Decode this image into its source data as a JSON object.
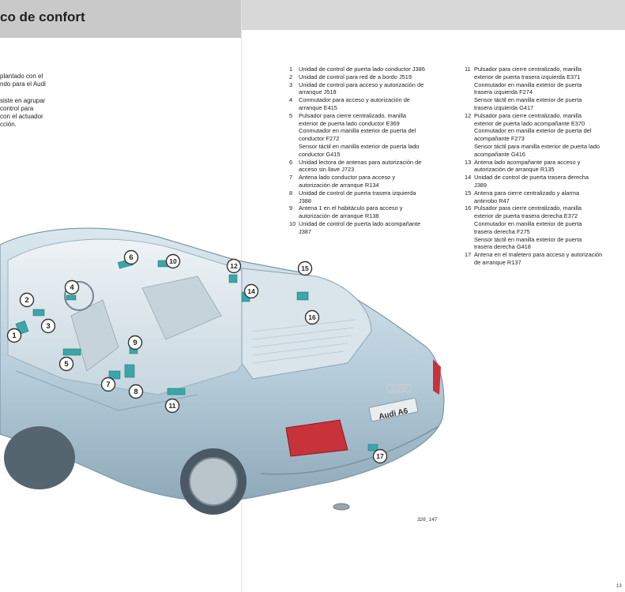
{
  "header": {
    "title": "co de confort"
  },
  "intro": {
    "paragraphs": [
      [
        "plantado con el",
        "ndo para el Audi"
      ],
      [
        "siste en agrupar",
        "control para",
        "con el actuador",
        "cción."
      ]
    ]
  },
  "legend": {
    "col1": [
      {
        "num": "1",
        "lines": [
          "Unidad de control de puerta lado conductor J386"
        ]
      },
      {
        "num": "2",
        "lines": [
          "Unidad de control para red de a bordo J519"
        ]
      },
      {
        "num": "3",
        "lines": [
          "Unidad de control para acceso y autorización de",
          "arranque J518"
        ]
      },
      {
        "num": "4",
        "lines": [
          "Conmutador para acceso y autorización de",
          "arranque E415"
        ]
      },
      {
        "num": "5",
        "lines": [
          "Pulsador para cierre centralizado, manilla",
          "exterior de puerta lado conductor E369",
          "Conmutador en manilla exterior de puerta del",
          "conductor F272",
          "Sensor táctil en manilla exterior de puerta lado",
          "conductor G415"
        ]
      },
      {
        "num": "6",
        "lines": [
          "Unidad lectora de antenas para autorización de",
          "acceso sin llave J723"
        ]
      },
      {
        "num": "7",
        "lines": [
          "Antena lado conductor para acceso y",
          "autorización de arranque R134"
        ]
      },
      {
        "num": "8",
        "lines": [
          "Unidad de control de puerta trasera izquierda",
          "J388"
        ]
      },
      {
        "num": "9",
        "lines": [
          "Antena 1 en el habitáculo para acceso y",
          "autorización de arranque R138"
        ]
      },
      {
        "num": "10",
        "lines": [
          "Unidad de control de puerta lado acompañante",
          "J387"
        ]
      }
    ],
    "col2": [
      {
        "num": "11",
        "lines": [
          "Pulsador para cierre centralizado, manilla",
          "exterior de puerta trasera izquierda E371",
          "Conmutador en manilla exterior de puerta",
          "trasera izquierda F274",
          "Sensor táctil en manilla exterior de puerta",
          "trasera izquierda G417"
        ]
      },
      {
        "num": "12",
        "lines": [
          "Pulsador para cierre centralizado, manilla",
          "exterior de puerta lado acompañante E370",
          "Conmutador en manilla exterior de puerta del",
          "acompañante F273",
          "Sensor táctil para manilla exterior de puerta lado",
          "acompañante G416"
        ]
      },
      {
        "num": "13",
        "lines": [
          "Antena lado acompañante para acceso y",
          "autorización de arranque R135"
        ]
      },
      {
        "num": "14",
        "lines": [
          "Unidad de control de puerta trasera derecha",
          "J389"
        ]
      },
      {
        "num": "15",
        "lines": [
          "Antena para cierre centralizado y alarma",
          "antirrobo R47"
        ]
      },
      {
        "num": "16",
        "lines": [
          "Pulsador para cierre centralizado, manilla",
          "exterior de puerta trasera derecha E372",
          "Conmutador en manilla exterior de puerta",
          "trasera derecha F275",
          "Sensor táctil en manilla exterior de puerta",
          "trasera derecha G418"
        ]
      },
      {
        "num": "17",
        "lines": [
          "Antena en el maletero para acceso y autorización",
          "de arranque R137"
        ]
      }
    ]
  },
  "figure": {
    "caption": "326_147",
    "badge": "Audi A6",
    "markers": [
      "1",
      "2",
      "3",
      "4",
      "5",
      "6",
      "7",
      "8",
      "9",
      "10",
      "11",
      "12",
      "14",
      "15",
      "16",
      "17"
    ],
    "colors": {
      "body": "#b9cfdc",
      "component": "#3aa6a8",
      "taillight": "#c8323a"
    }
  },
  "page": {
    "number": "13"
  }
}
